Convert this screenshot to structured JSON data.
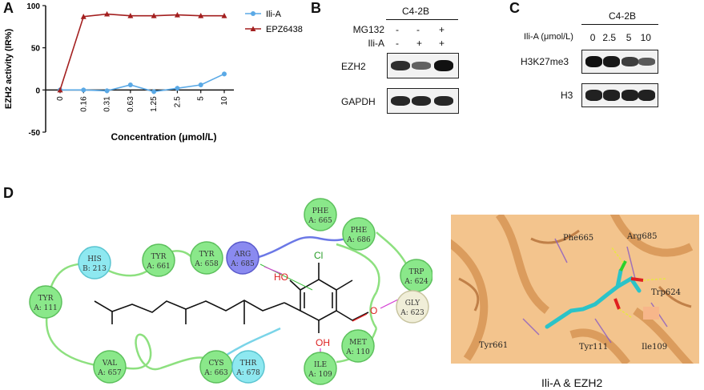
{
  "panels": {
    "A": {
      "letter": "A",
      "chart_data": {
        "type": "line",
        "categories": [
          "0",
          "0.16",
          "0.31",
          "0.63",
          "1.25",
          "2.5",
          "5",
          "10"
        ],
        "series": [
          {
            "name": "Ili-A",
            "color": "#5aa9e6",
            "values": [
              0,
              0,
              -1,
              6,
              -2,
              2,
              6,
              19
            ]
          },
          {
            "name": "EPZ6438",
            "color": "#a31f1f",
            "values": [
              0,
              87,
              90,
              88,
              88,
              89,
              88,
              88
            ]
          }
        ],
        "xlabel": "Concentration (μmol/L)",
        "ylabel": "EZH2 activity (IR%)",
        "ylim": [
          -50,
          100
        ],
        "yticks": [
          -50,
          0,
          50,
          100
        ]
      }
    },
    "B": {
      "letter": "B",
      "cell_line": "C4-2B",
      "treatments": [
        {
          "name": "MG132",
          "signs": [
            "-",
            "-",
            "+"
          ]
        },
        {
          "name": "Ili-A",
          "signs": [
            "-",
            "+",
            "+"
          ]
        }
      ],
      "rows": [
        {
          "name": "EZH2",
          "levels": [
            0.8,
            0.45,
            1.0
          ]
        },
        {
          "name": "GAPDH",
          "levels": [
            0.85,
            0.85,
            0.85
          ]
        }
      ]
    },
    "C": {
      "letter": "C",
      "cell_line": "C4-2B",
      "treatment_label": "Ili-A (μmol/L)",
      "doses": [
        "0",
        "2.5",
        "5",
        "10"
      ],
      "rows": [
        {
          "name": "H3K27me3",
          "levels": [
            1.0,
            0.95,
            0.7,
            0.5
          ]
        },
        {
          "name": "H3",
          "levels": [
            0.9,
            0.9,
            0.9,
            0.9
          ]
        }
      ]
    },
    "D": {
      "letter": "D",
      "residues": [
        {
          "name": "HIS",
          "chain": "B: 213",
          "color": "cyan"
        },
        {
          "name": "TYR",
          "chain": "A: 661",
          "color": "green"
        },
        {
          "name": "TYR",
          "chain": "A: 658",
          "color": "green"
        },
        {
          "name": "ARG",
          "chain": "A: 685",
          "color": "blue"
        },
        {
          "name": "PHE",
          "chain": "A: 665",
          "color": "green"
        },
        {
          "name": "PHE",
          "chain": "A: 686",
          "color": "green"
        },
        {
          "name": "TRP",
          "chain": "A: 624",
          "color": "green"
        },
        {
          "name": "GLY",
          "chain": "A: 623",
          "color": "beige"
        },
        {
          "name": "TYR",
          "chain": "A: 111",
          "color": "green"
        },
        {
          "name": "VAL",
          "chain": "A: 657",
          "color": "green"
        },
        {
          "name": "CYS",
          "chain": "A: 663",
          "color": "green"
        },
        {
          "name": "THR",
          "chain": "A: 678",
          "color": "cyan"
        },
        {
          "name": "ILE",
          "chain": "A: 109",
          "color": "green"
        },
        {
          "name": "MET",
          "chain": "A: 110",
          "color": "green"
        }
      ],
      "atoms": {
        "cl": "Cl",
        "ho": "HO",
        "oh": "OH",
        "o": "O"
      },
      "structure_labels": [
        "Phe665",
        "Arg685",
        "Trp624",
        "Tyr661",
        "Tyr111",
        "Ile109"
      ],
      "caption": "Ili-A & EZH2"
    }
  }
}
